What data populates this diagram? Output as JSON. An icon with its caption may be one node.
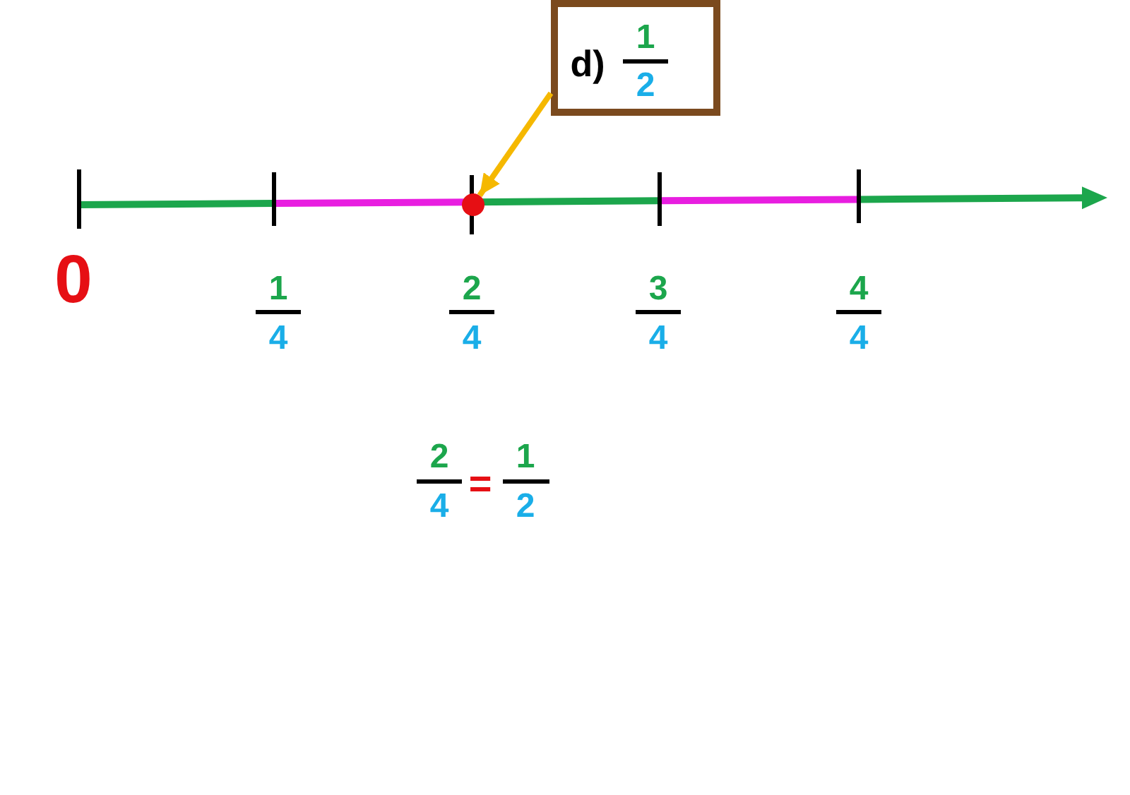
{
  "diagram": {
    "nodes": [
      {
        "text": [
          "d)",
          "1",
          "2"
        ]
      },
      {
        "text": [],
        "shape": "circle"
      }
    ],
    "edges": [
      {
        "from": 0,
        "to": 1,
        "arrow": "to",
        "color": "#f5b800"
      }
    ],
    "labels": [
      "0",
      "1",
      "4",
      "2",
      "4",
      "3",
      "4",
      "4",
      "4",
      "2",
      "4",
      "=",
      "1",
      "2"
    ]
  }
}
